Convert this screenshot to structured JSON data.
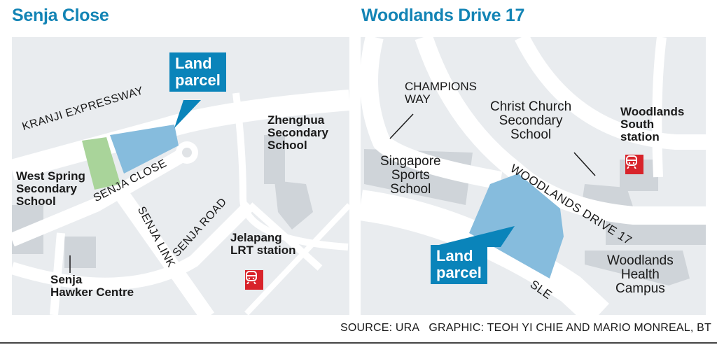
{
  "left_map": {
    "title": "Senja Close",
    "callout": {
      "line1": "Land",
      "line2": "parcel"
    },
    "roads": [
      "KRANJI EXPRESSWAY",
      "SENJA CLOSE",
      "SENJA LINK",
      "SENJA ROAD"
    ],
    "labels": {
      "zhenghua": [
        "Zhenghua",
        "Secondary",
        "School"
      ],
      "west_spring": [
        "West Spring",
        "Secondary",
        "School"
      ],
      "hawker": [
        "Senja",
        "Hawker Centre"
      ],
      "jelapang": [
        "Jelapang",
        "LRT station"
      ]
    },
    "icons": [
      "train-station-icon"
    ]
  },
  "right_map": {
    "title": "Woodlands Drive 17",
    "callout": {
      "line1": "Land",
      "line2": "parcel"
    },
    "roads": [
      "CHAMPIONS",
      "WAY",
      "WOODLANDS DRIVE 17",
      "SLE"
    ],
    "labels": {
      "christ_church": [
        "Christ Church",
        "Secondary",
        "School"
      ],
      "woodlands_south": [
        "Woodlands",
        "South",
        "station"
      ],
      "sports_school": [
        "Singapore",
        "Sports",
        "School"
      ],
      "health_campus": [
        "Woodlands",
        "Health",
        "Campus"
      ]
    },
    "icons": [
      "train-station-icon"
    ]
  },
  "footer": {
    "credit": "SOURCE: URA   GRAPHIC: TEOH YI CHIE AND MARIO MONREAL, BT"
  },
  "colors": {
    "title": "#1384b5",
    "callout": "#0a84ba",
    "parcel": "#86bcdd",
    "green": "#a9d49a",
    "map_bg": "#e9ecef",
    "building": "#cfd4d9",
    "station": "#d8232a"
  }
}
